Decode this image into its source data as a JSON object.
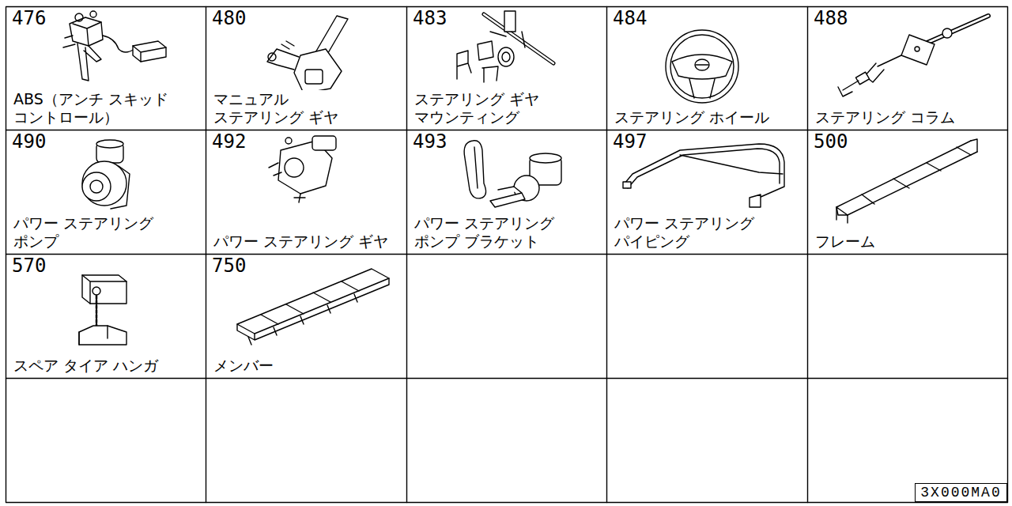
{
  "diagram": {
    "nodes": [
      {
        "text": [
          "476",
          "ABS（アンチ スキッド コントロール）"
        ]
      },
      {
        "text": [
          "480",
          "マニュアル ステアリング ギヤ"
        ]
      },
      {
        "text": [
          "483",
          "ステアリング ギヤ マウンティング"
        ]
      },
      {
        "text": [
          "484",
          "ステアリング ホイール"
        ]
      },
      {
        "text": [
          "488",
          "ステアリング コラム"
        ]
      },
      {
        "text": [
          "490",
          "パワー ステアリング ポンプ"
        ]
      },
      {
        "text": [
          "492",
          "パワー ステアリング ギヤ"
        ]
      },
      {
        "text": [
          "493",
          "パワー ステアリング ポンプ ブラケット"
        ]
      },
      {
        "text": [
          "497",
          "パワー ステアリング パイピング"
        ]
      },
      {
        "text": [
          "500",
          "フレーム"
        ]
      },
      {
        "text": [
          "570",
          "スペア タイア ハンガ"
        ]
      },
      {
        "text": [
          "750",
          "メンバー"
        ]
      },
      {
        "text": [
          "3X000MA0"
        ]
      }
    ]
  }
}
